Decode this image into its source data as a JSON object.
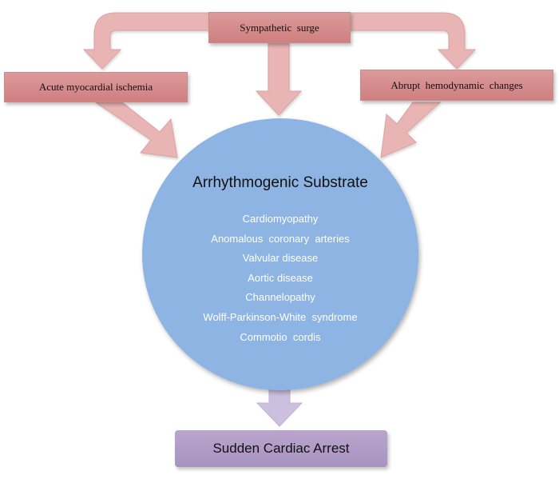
{
  "triggers": {
    "top": "Sympathetic  surge",
    "left": "Acute myocardial ischemia",
    "right": "Abrupt  hemodynamic  changes"
  },
  "substrate": {
    "title": "Arrhythmogenic Substrate",
    "items": [
      "Cardiomyopathy",
      "Anomalous  coronary  arteries",
      "Valvular disease",
      "Aortic disease",
      "Channelopathy",
      "Wolff-Parkinson-White  syndrome",
      "Commotio  cordis"
    ]
  },
  "outcome": "Sudden Cardiac Arrest",
  "colors": {
    "trigger_box": "#d4888a",
    "arrow_pink": "#e8b4b4",
    "circle": "#8db4e2",
    "arrow_lavender": "#cdbfde",
    "outcome_box": "#b09dc7"
  }
}
